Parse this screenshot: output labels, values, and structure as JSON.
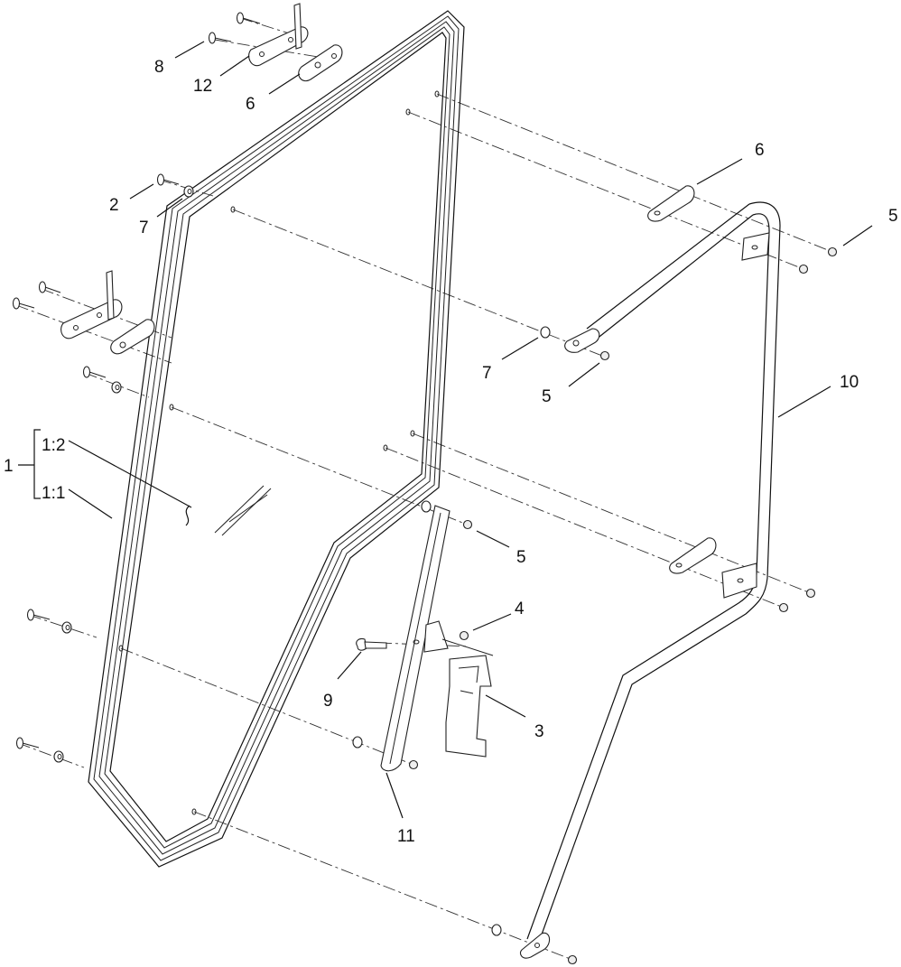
{
  "callouts": {
    "c8": "8",
    "c12": "12",
    "c6a": "6",
    "c2": "2",
    "c7a": "7",
    "c6b": "6",
    "c5a": "5",
    "c7b": "7",
    "c5b": "5",
    "c10": "10",
    "c1": "1",
    "c1_2": "1:2",
    "c1_1": "1:1",
    "c5c": "5",
    "c4": "4",
    "c9": "9",
    "c3": "3",
    "c11": "11"
  },
  "colors": {
    "line": "#111111",
    "fill": "#ffffff"
  }
}
